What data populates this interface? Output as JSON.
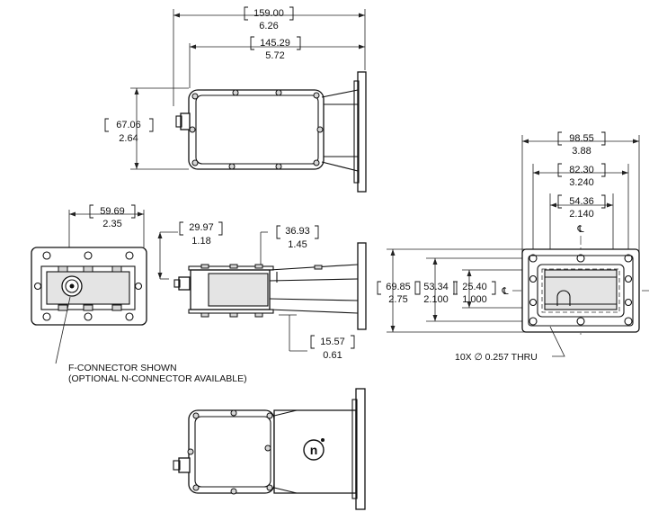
{
  "top_view": {
    "overall_length": {
      "mm": "159.00",
      "in": "6.26"
    },
    "body_length": {
      "mm": "145.29",
      "in": "5.72"
    },
    "body_height": {
      "mm": "67.06",
      "in": "2.64"
    }
  },
  "front_view": {
    "connector_offset": {
      "mm": "59.69",
      "in": "2.35"
    }
  },
  "side_view": {
    "flange_offset": {
      "mm": "29.97",
      "in": "1.18"
    },
    "bracket_length": {
      "mm": "36.93",
      "in": "1.45"
    },
    "bracket_depth": {
      "mm": "15.57",
      "in": "0.61"
    }
  },
  "flange_view": {
    "width_outer": {
      "mm": "98.55",
      "in": "3.88"
    },
    "hole_spacing_x": {
      "mm": "82.30",
      "in": "3.240"
    },
    "opening_width": {
      "mm": "54.36",
      "in": "2.140"
    },
    "height_outer": {
      "mm": "69.85",
      "in": "2.75"
    },
    "hole_spacing_y": {
      "mm": "53.34",
      "in": "2.100"
    },
    "opening_height": {
      "mm": "25.40",
      "in": "1.000"
    },
    "centerline_symbol": "℄",
    "hole_callout": "10X ∅ 0.257 THRU"
  },
  "notes": {
    "connector_line1": "F-CONNECTOR SHOWN",
    "connector_line2": "(OPTIONAL N-CONNECTOR AVAILABLE)"
  },
  "logo": {
    "letter": "n",
    "brand_icon": "norsat-logo-icon"
  }
}
